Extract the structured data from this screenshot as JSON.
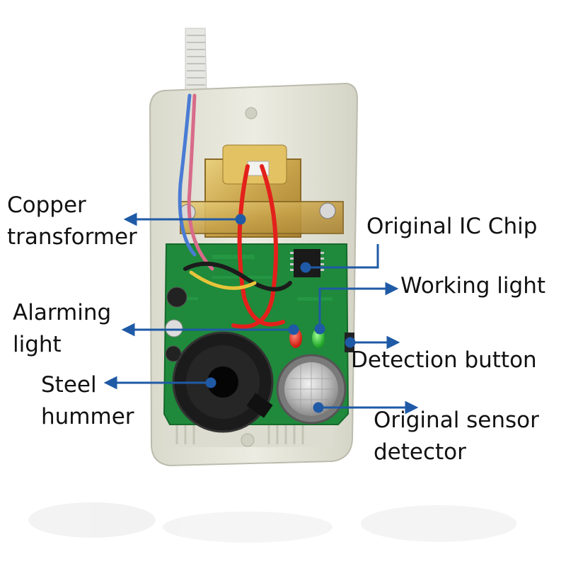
{
  "labels": {
    "copper_transformer": {
      "line1": "Copper",
      "line2": "transformer"
    },
    "original_ic_chip": "Original IC Chip",
    "working_light": "Working light",
    "alarming_light": {
      "line1": "Alarming",
      "line2": "light"
    },
    "detection_button": "Detection button",
    "steel_hummer": {
      "line1": "Steel",
      "line2": "hummer"
    },
    "original_sensor_detector": {
      "line1": "Original sensor",
      "line2": "detector"
    }
  },
  "colors": {
    "arrow": "#1f5aa6",
    "text": "#111111",
    "housing": "#e2e2d6",
    "pcb": "#1f8a3b"
  }
}
